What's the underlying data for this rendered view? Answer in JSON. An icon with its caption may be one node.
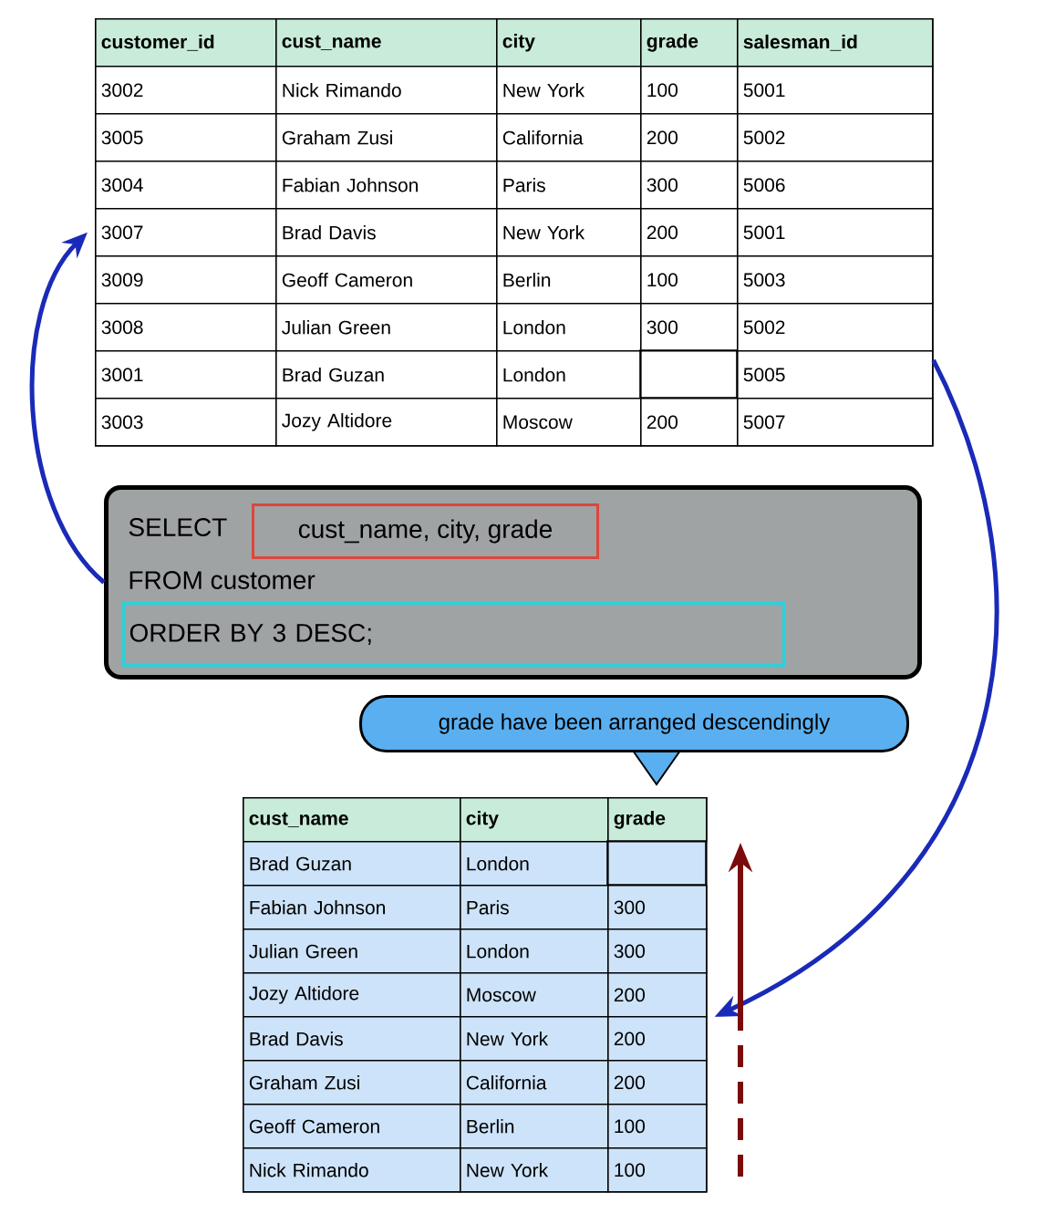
{
  "diagram": {
    "nodes": [
      {
        "text": [],
        "shape": "table"
      },
      {
        "text": [
          "SELECT",
          "FROM customer"
        ]
      },
      {
        "text": [
          "cust_name, city, grade"
        ],
        "in": 1
      },
      {
        "text": [
          "ORDER BY 3 DESC;"
        ],
        "in": 1
      },
      {
        "text": [
          "grade have been arranged descendingly"
        ]
      },
      {
        "text": [],
        "shape": "table"
      }
    ],
    "edges": [
      {
        "from": 1,
        "to": 0,
        "arrow": "to"
      },
      {
        "from": 0,
        "to": 5,
        "arrow": "to"
      }
    ],
    "labels": [
      "customer_id",
      "cust_name",
      "city",
      "grade",
      "salesman_id",
      "3002",
      "Nick Rimando",
      "New York",
      "100",
      "5001",
      "3005",
      "Graham Zusi",
      "California",
      "200",
      "5002",
      "3004",
      "Fabian Johnson",
      "Paris",
      "300",
      "5006",
      "3007",
      "Brad Davis",
      "New York",
      "200",
      "5001",
      "3009",
      "Geoff Cameron",
      "Berlin",
      "100",
      "5003",
      "3008",
      "Julian Green",
      "London",
      "300",
      "5002",
      "3001",
      "Brad Guzan",
      "London",
      "5005",
      "3003",
      "Jozy Altidore",
      "Moscow",
      "200",
      "5007",
      "cust_name",
      "city",
      "grade",
      "Brad Guzan",
      "London",
      "Fabian Johnson",
      "Paris",
      "300",
      "Julian Green",
      "London",
      "300",
      "Jozy Altidore",
      "Moscow",
      "200",
      "Brad Davis",
      "New York",
      "200",
      "Graham Zusi",
      "California",
      "200",
      "Geoff Cameron",
      "Berlin",
      "100",
      "Nick Rimando",
      "New York",
      "100"
    ]
  }
}
